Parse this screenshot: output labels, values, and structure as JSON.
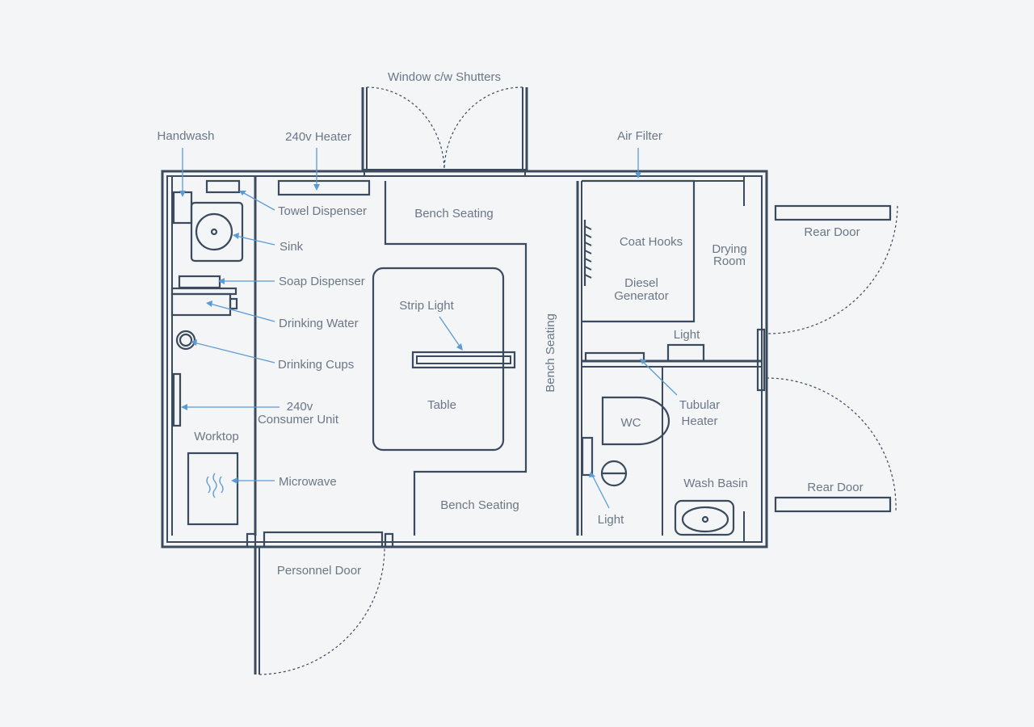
{
  "colors": {
    "background": "#f3f5f7",
    "wall": "#3b4a5c",
    "leader": "#5b9bd5",
    "label": "#6b7785"
  },
  "labels": {
    "window": "Window c/w Shutters",
    "handwash": "Handwash",
    "heater_240v": "240v Heater",
    "air_filter": "Air Filter",
    "towel_dispenser": "Towel Dispenser",
    "bench_seating_top": "Bench Seating",
    "sink": "Sink",
    "soap_dispenser": "Soap Dispenser",
    "drinking_water": "Drinking Water",
    "drinking_cups": "Drinking Cups",
    "strip_light": "Strip Light",
    "table": "Table",
    "bench_seating_vertical": "Bench Seating",
    "coat_hooks": "Coat Hooks",
    "drying_room_line1": "Drying",
    "drying_room_line2": "Room",
    "diesel_generator_line1": "Diesel",
    "diesel_generator_line2": "Generator",
    "light_upper": "Light",
    "rear_door_upper": "Rear Door",
    "rear_door_lower": "Rear Door",
    "consumer_unit_line1": "240v",
    "consumer_unit_line2": "Consumer Unit",
    "tubular_heater_line1": "Tubular",
    "tubular_heater_line2": "Heater",
    "wc": "WC",
    "worktop": "Worktop",
    "microwave": "Microwave",
    "bench_seating_bottom": "Bench Seating",
    "wash_basin": "Wash Basin",
    "light_lower": "Light",
    "personnel_door": "Personnel Door"
  }
}
